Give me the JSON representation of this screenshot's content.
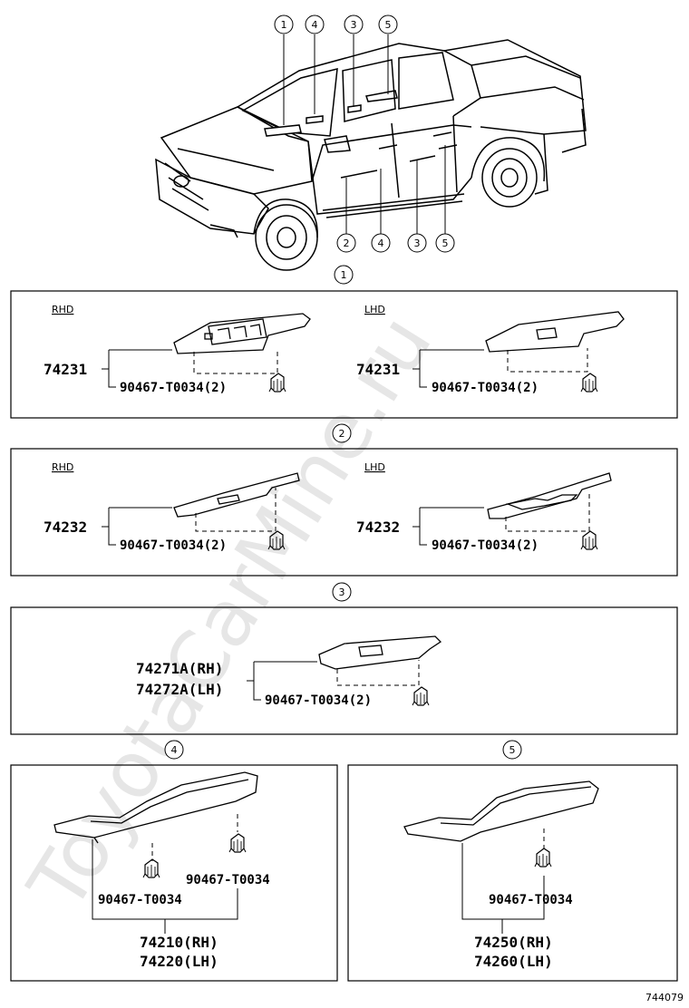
{
  "watermark": "ToyotaCarMine.ru",
  "figure_id": "744079",
  "overview": {
    "top_callouts": [
      "1",
      "4",
      "3",
      "5"
    ],
    "bottom_callouts": [
      "2",
      "4",
      "3",
      "5"
    ]
  },
  "sections": [
    {
      "callout": "1",
      "panels": [
        {
          "variant": "RHD",
          "part_no": "74231",
          "clip_no": "90467-T0034(2)"
        },
        {
          "variant": "LHD",
          "part_no": "74231",
          "clip_no": "90467-T0034(2)"
        }
      ]
    },
    {
      "callout": "2",
      "panels": [
        {
          "variant": "RHD",
          "part_no": "74232",
          "clip_no": "90467-T0034(2)"
        },
        {
          "variant": "LHD",
          "part_no": "74232",
          "clip_no": "90467-T0034(2)"
        }
      ]
    },
    {
      "callout": "3",
      "part_rh": "74271A(RH)",
      "part_lh": "74272A(LH)",
      "clip_no": "90467-T0034(2)"
    },
    {
      "callout": "4",
      "clip_a": "90467-T0034",
      "clip_b": "90467-T0034",
      "part_rh": "74210(RH)",
      "part_lh": "74220(LH)"
    },
    {
      "callout": "5",
      "clip": "90467-T0034",
      "part_rh": "74250(RH)",
      "part_lh": "74260(LH)"
    }
  ]
}
